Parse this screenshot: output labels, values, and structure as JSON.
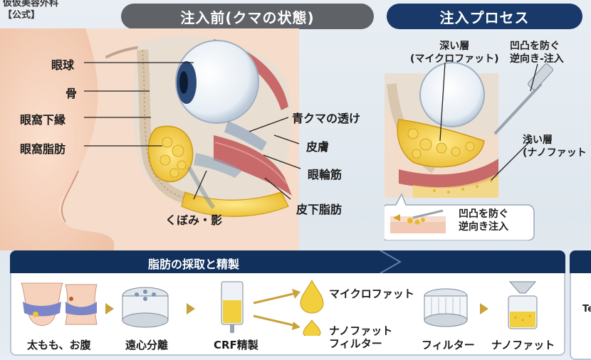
{
  "clinic": {
    "line1": "仮仮美容外科",
    "line2": "【公式】"
  },
  "titles": {
    "before": "注入前(クマの状態)",
    "process": "注入プロセス"
  },
  "anatomy_labels": {
    "eyeball": "眼球",
    "bone": "骨",
    "orbital_rim": "眼窩下縁",
    "orbital_fat": "眼窩脂肪",
    "blue_dark_circle": "青クマの透け",
    "skin": "皮膚",
    "orbicularis": "眼輪筋",
    "subcutaneous_fat": "皮下脂肪",
    "hollow_shadow": "くぼみ・影"
  },
  "process_labels": {
    "deep_layer": "深い層",
    "deep_layer_sub": "(マイクロファット)",
    "reverse_injection_line1": "凹凸を防ぐ",
    "reverse_injection_line2": "逆向き-注入",
    "shallow_layer": "浅い層",
    "shallow_layer_sub": "(ナノファット",
    "callout_line1": "凹凸を防ぐ",
    "callout_line2": "逆向き注入"
  },
  "bottom_panel": {
    "title": "脂肪の採取と精製",
    "steps": [
      "太もも、お腹",
      "遠心分離",
      "CRF精製",
      "フィルター",
      "ナノファット"
    ],
    "microfat": "マイクロファット",
    "nanofat_filter_line1": "ナノファット",
    "nanofat_filter_line2": "フィルター",
    "right_stub": "Te"
  },
  "colors": {
    "navy": "#12305c",
    "gray_pill": "#5f6367",
    "fat_yellow": "#f2cf3c",
    "gold_arrow": "#c8a23a"
  }
}
